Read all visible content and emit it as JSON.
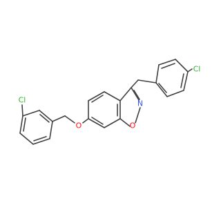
{
  "molecule": {
    "atoms": {
      "cl_right": {
        "label": "Cl",
        "color": "#32b432"
      },
      "nitrogen": {
        "label": "N",
        "color": "#3050f8"
      },
      "oxygen_ring": {
        "label": "O",
        "color": "#ff0d0d"
      },
      "oxygen_ether": {
        "label": "O",
        "color": "#ff0d0d"
      },
      "cl_left": {
        "label": "Cl",
        "color": "#32b432"
      }
    },
    "bond_color": "#404040"
  }
}
